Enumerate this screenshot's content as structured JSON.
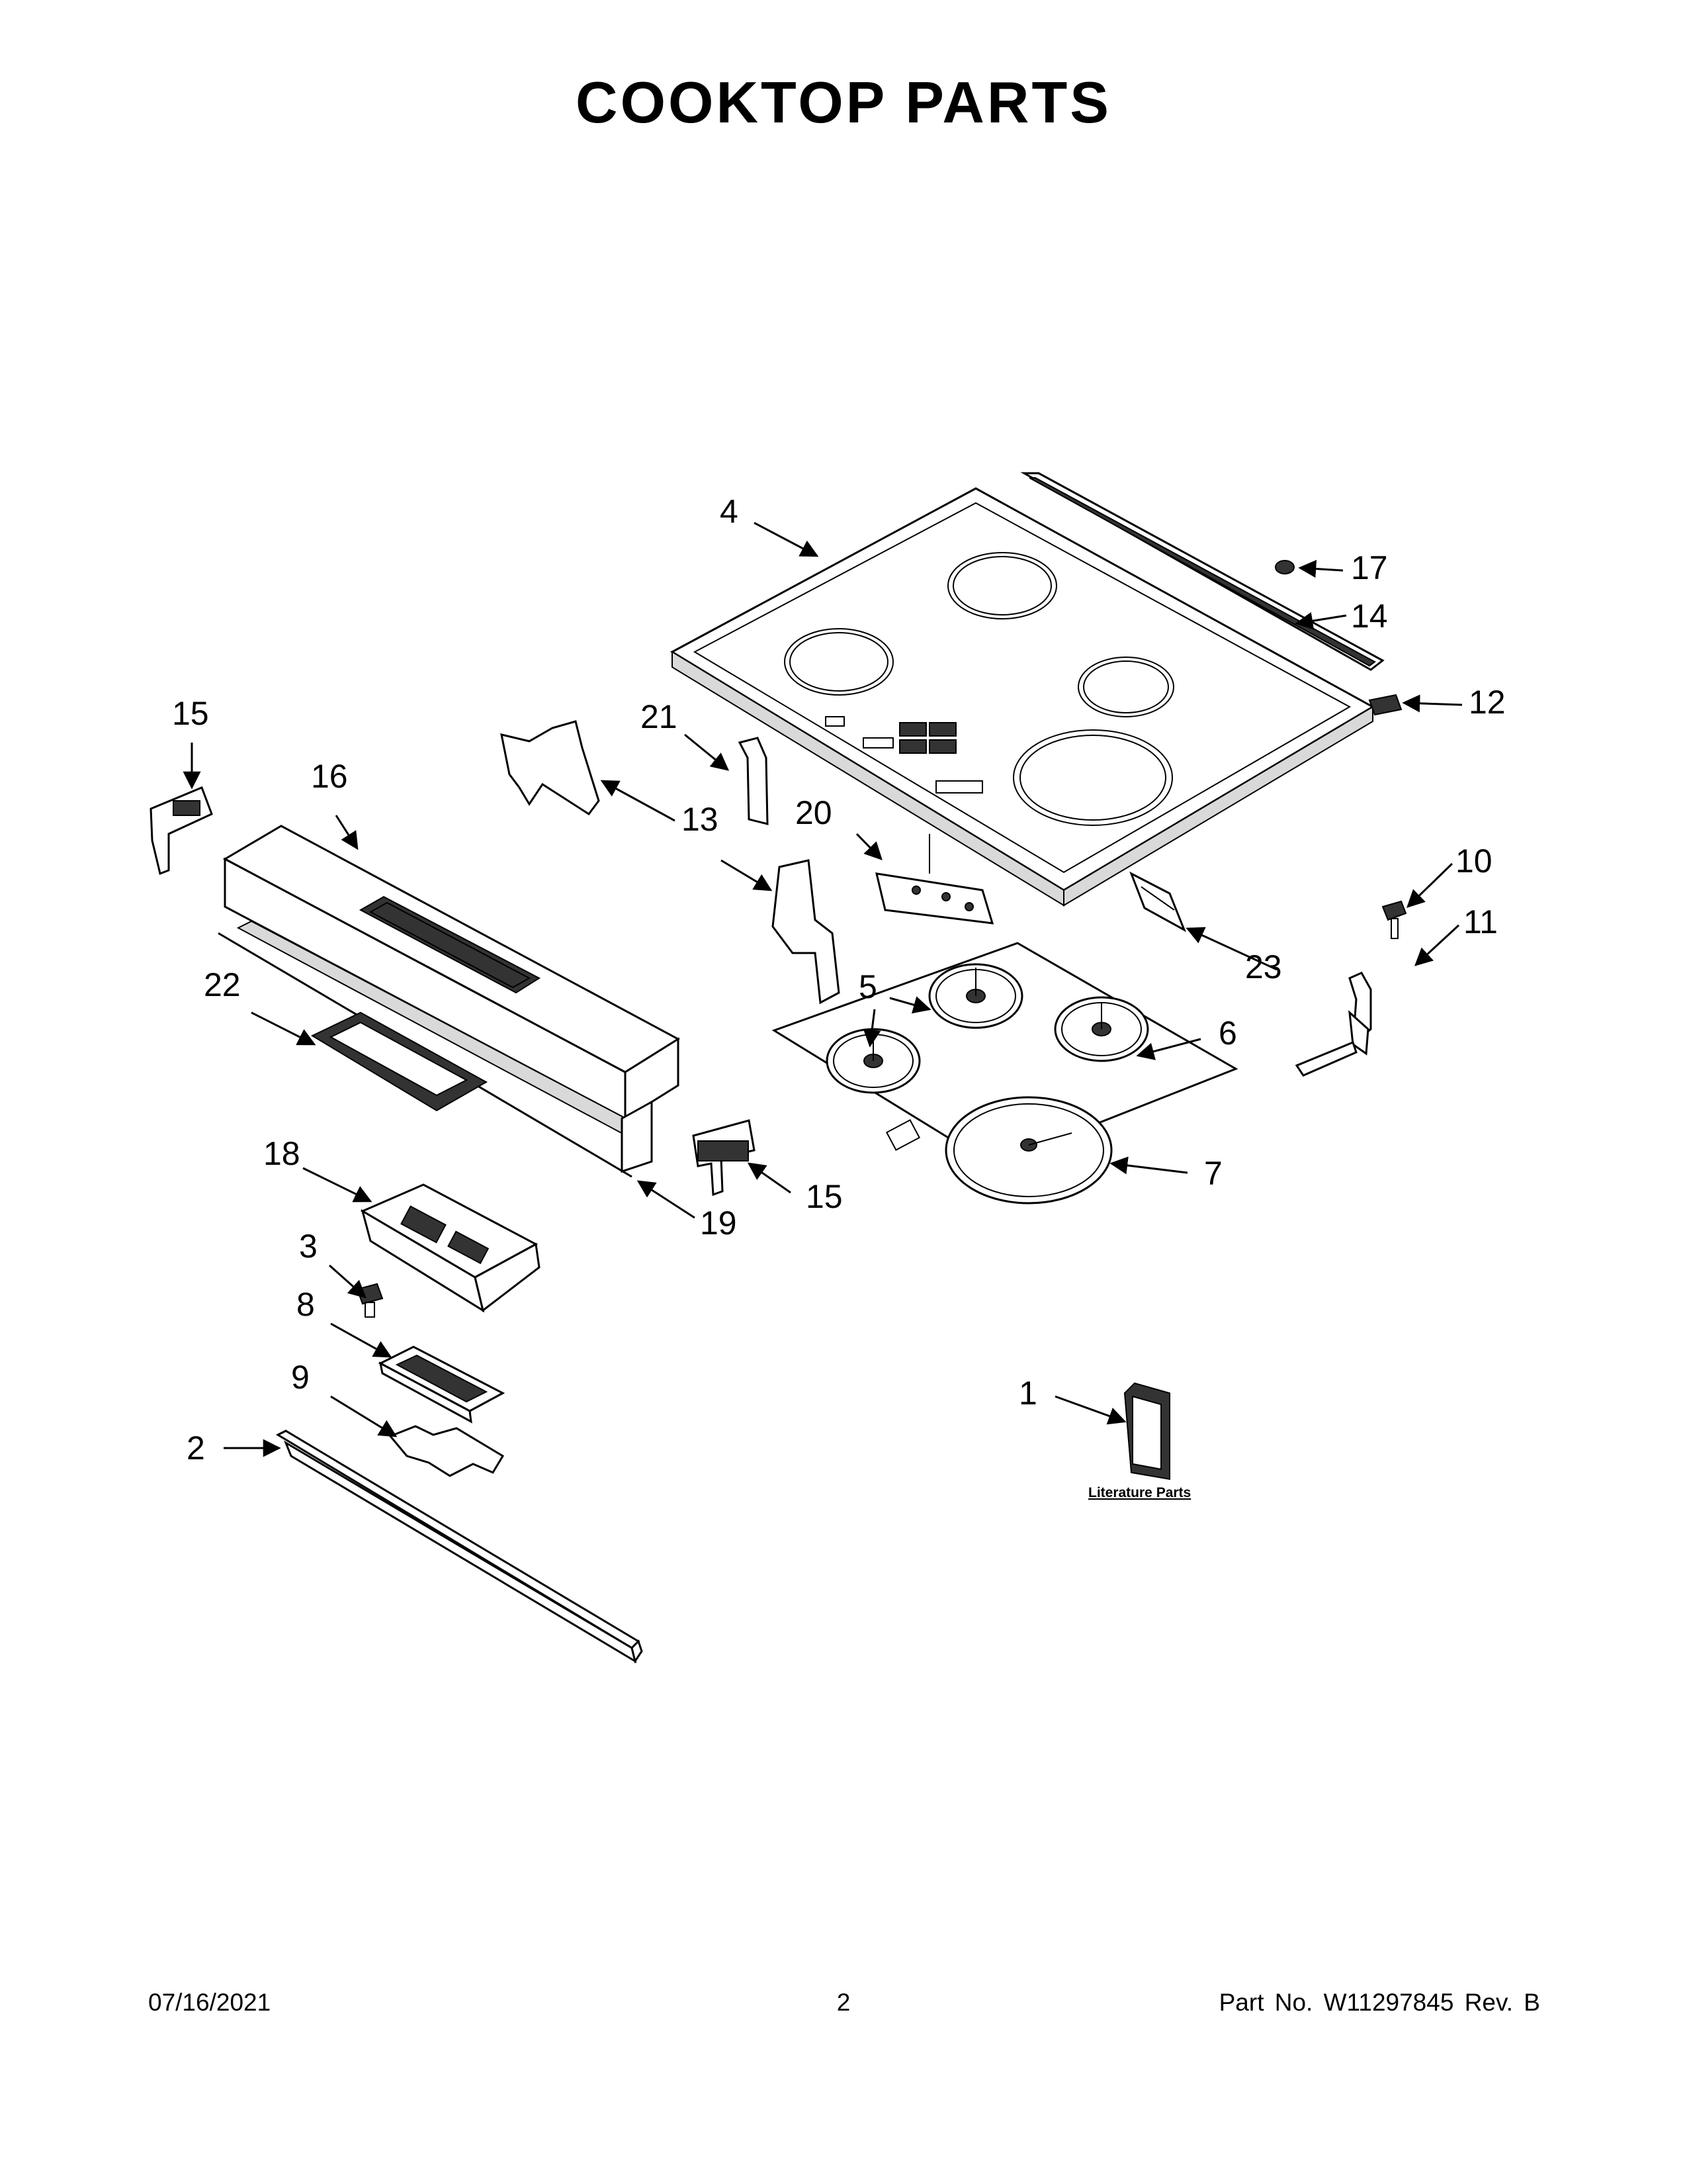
{
  "title": "COOKTOP PARTS",
  "callouts": {
    "c1": "1",
    "c2": "2",
    "c3": "3",
    "c4": "4",
    "c5": "5",
    "c6": "6",
    "c7": "7",
    "c8": "8",
    "c9": "9",
    "c10": "10",
    "c11": "11",
    "c12": "12",
    "c13": "13",
    "c14": "14",
    "c15a": "15",
    "c15b": "15",
    "c16": "16",
    "c17": "17",
    "c18": "18",
    "c19": "19",
    "c20": "20",
    "c21": "21",
    "c22": "22",
    "c23": "23"
  },
  "literature_label": "Literature Parts",
  "footer": {
    "date": "07/16/2021",
    "page": "2",
    "part_number": "Part No.  W11297845  Rev.  B"
  }
}
